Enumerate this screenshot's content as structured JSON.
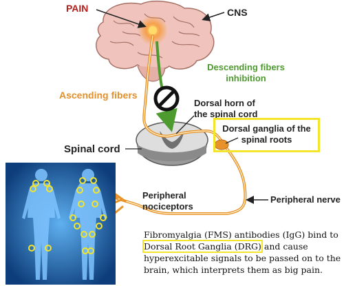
{
  "labels": {
    "pain": "PAIN",
    "cns": "CNS",
    "descending": "Descending fibers inhibition",
    "ascending": "Ascending fibers",
    "dorsal_horn": "Dorsal horn of the spinal cord",
    "spinal_cord": "Spinal cord",
    "dorsal_ganglia": "Dorsal ganglia of the spinal roots",
    "peripheral_nociceptors": "Peripheral nociceptors",
    "peripheral_nerve": "Peripheral nerve"
  },
  "caption": {
    "part1": "Fibromyalgia (FMS) antibodies (IgG) bind to",
    "highlight": "Dorsal Root Ganglia (DRG)",
    "part2": " and cause hyperexcitable signals to be passed on to the brain, which interprets them as big pain."
  },
  "colors": {
    "ascending": "#e8922a",
    "descending": "#4d9a2e",
    "pain": "#b0201c",
    "highlight_box": "#f2e52c",
    "body_panel": "#0d3d7a"
  },
  "icons": [
    "brain-illustration",
    "no-entry-symbol",
    "spinal-cord-cross-section",
    "human-body-tender-points"
  ]
}
